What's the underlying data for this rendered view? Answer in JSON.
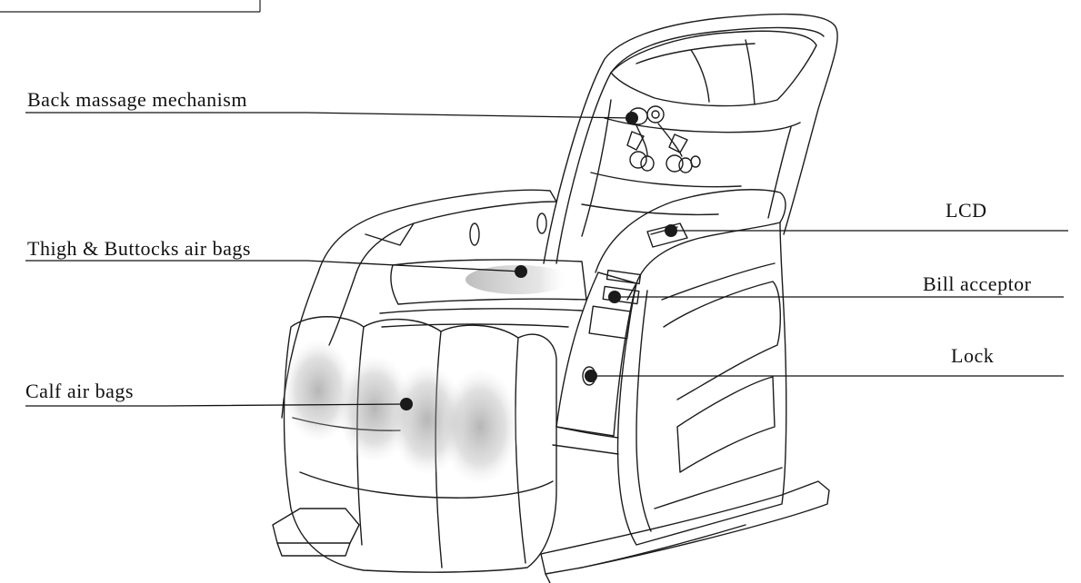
{
  "callouts": {
    "back_massage": "Back massage mechanism",
    "thigh_buttocks": "Thigh & Buttocks air bags",
    "calf": "Calf air bags",
    "lcd": "LCD",
    "bill_acceptor": "Bill acceptor",
    "lock": "Lock"
  },
  "colors": {
    "ink": "#111111",
    "marker": "#1a1a1a",
    "airbag_shade": "#9a9a9a"
  }
}
